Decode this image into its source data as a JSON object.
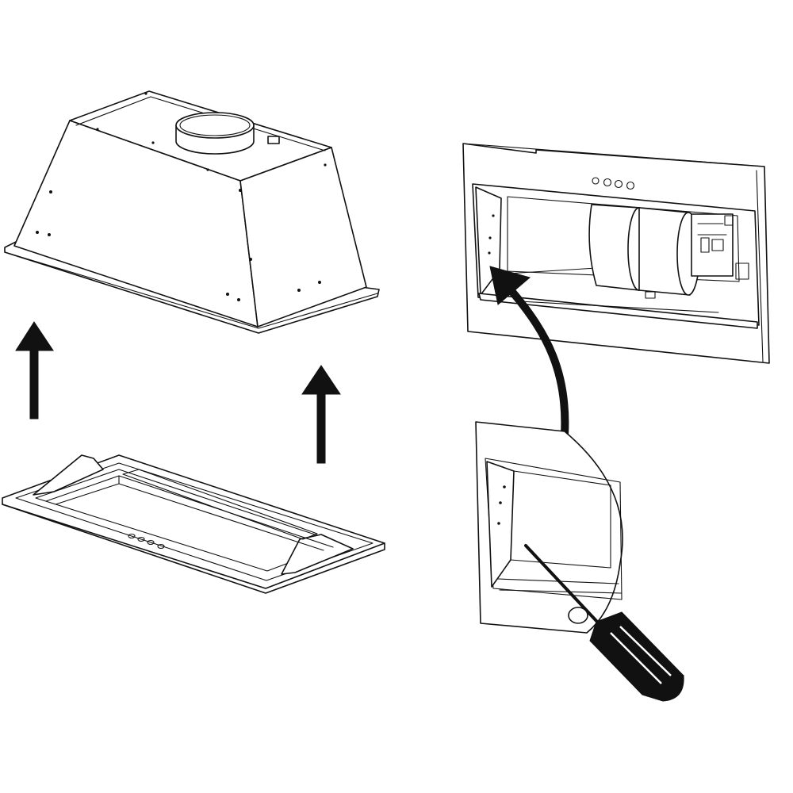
{
  "figure": {
    "kind": "installation-diagram",
    "colors": {
      "line": "#111111",
      "background": "#ffffff"
    },
    "panels": [
      {
        "name": "hood-body",
        "icon": "range-hood-housing-icon"
      },
      {
        "name": "lift-arrow-left",
        "icon": "arrow-up-icon"
      },
      {
        "name": "lift-arrow-right",
        "icon": "arrow-up-icon"
      },
      {
        "name": "bottom-tray",
        "icon": "hood-bottom-panel-icon"
      },
      {
        "name": "installed-cabinet",
        "icon": "built-in-hood-icon"
      },
      {
        "name": "curved-arrow",
        "icon": "curved-arrow-icon"
      },
      {
        "name": "detail-magnifier",
        "icon": "magnified-detail-icon"
      },
      {
        "name": "screwdriver",
        "icon": "screwdriver-icon"
      }
    ]
  }
}
